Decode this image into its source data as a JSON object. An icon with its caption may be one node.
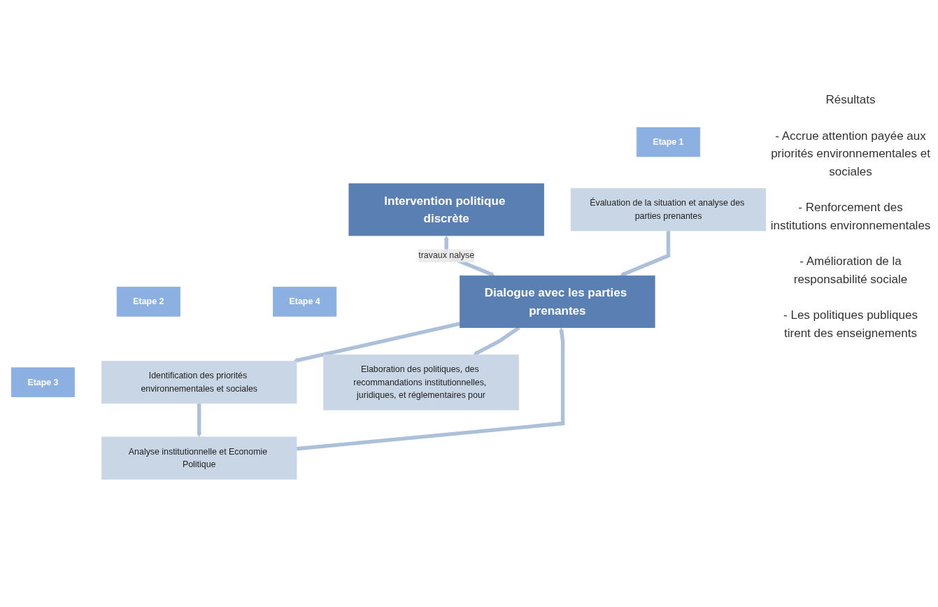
{
  "diagram": {
    "nodes": [
      {
        "text": [
          "Intervention politique discrète"
        ]
      },
      {
        "text": [
          "Etape 1"
        ]
      },
      {
        "text": [
          "Etape 3"
        ]
      },
      {
        "text": [
          "Évaluation de la situation et analyse des parties prenantes"
        ]
      },
      {
        "text": [
          "Analyse institutionnelle et Economie Politique"
        ]
      },
      {
        "text": [
          "Etape 2"
        ]
      },
      {
        "text": [
          "Etape 4"
        ]
      },
      {
        "text": [
          "Identification des priorités environnementales et sociales"
        ]
      },
      {
        "text": [
          "Elaboration des politiques, des recommandations institutionnelles, juridiques, et réglementaires pour"
        ]
      },
      {
        "text": [
          "Dialogue avec les parties prenantes"
        ]
      }
    ],
    "edges": [
      {
        "from": 0,
        "to": 9,
        "arrow": "both",
        "label": "travaux nalyse"
      },
      {
        "from": 3,
        "to": 9,
        "arrow": "to"
      },
      {
        "from": 9,
        "to": 7,
        "arrow": "to"
      },
      {
        "from": 7,
        "to": 4,
        "arrow": "to"
      },
      {
        "from": 4,
        "to": 9,
        "arrow": "to"
      },
      {
        "from": 9,
        "to": 8,
        "arrow": "to"
      }
    ],
    "labels": [
      "Résultats",
      "- Accrue attention payée aux priorités environnementales et sociales",
      "- Renforcement des institutions environnementales",
      "- Amélioration de la responsabilité sociale",
      "- Les politiques publiques tirent des enseignements"
    ]
  }
}
